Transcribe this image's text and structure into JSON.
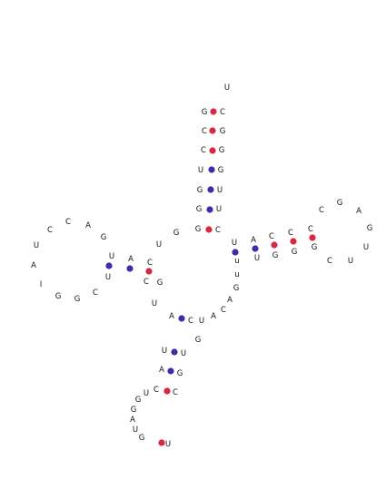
{
  "colors": {
    "gc_pair": "#d8283f",
    "au_gu_pair": "#3a2fa6",
    "text": "#111111",
    "background": "#ffffff"
  },
  "nucleotides": [
    "U",
    "G",
    "C",
    "C",
    "G",
    "C",
    "G",
    "U",
    "G",
    "G",
    "U",
    "G",
    "U",
    "G",
    "C",
    "U",
    "A",
    "U",
    "C",
    "G",
    "C",
    "G",
    "C",
    "G",
    "C",
    "G",
    "A",
    "G",
    "U",
    "U",
    "C",
    "u",
    "u",
    "G",
    "A",
    "C",
    "A",
    "U",
    "C",
    "A",
    "U",
    "G",
    "C",
    "C",
    "A",
    "U",
    "U",
    "C",
    "G",
    "G",
    "I",
    "A",
    "U",
    "C",
    "C",
    "A",
    "G",
    "U",
    "G",
    "G",
    "U",
    "U",
    "A",
    "G",
    "U",
    "C",
    "C",
    "G",
    "G",
    "A",
    "U",
    "G",
    "U"
  ],
  "base_pairs": [
    {
      "type": "GC"
    },
    {
      "type": "GC"
    },
    {
      "type": "GC"
    },
    {
      "type": "GU"
    },
    {
      "type": "GU"
    },
    {
      "type": "GU"
    },
    {
      "type": "GC"
    },
    {
      "type": "AU"
    },
    {
      "type": "AU"
    },
    {
      "type": "CG"
    },
    {
      "type": "CG"
    },
    {
      "type": "CG"
    },
    {
      "type": "UA"
    },
    {
      "type": "AU"
    },
    {
      "type": "GC"
    },
    {
      "type": "AU"
    },
    {
      "type": "GI"
    },
    {
      "type": "UA"
    },
    {
      "type": "CG"
    },
    {
      "type": "CG"
    }
  ]
}
